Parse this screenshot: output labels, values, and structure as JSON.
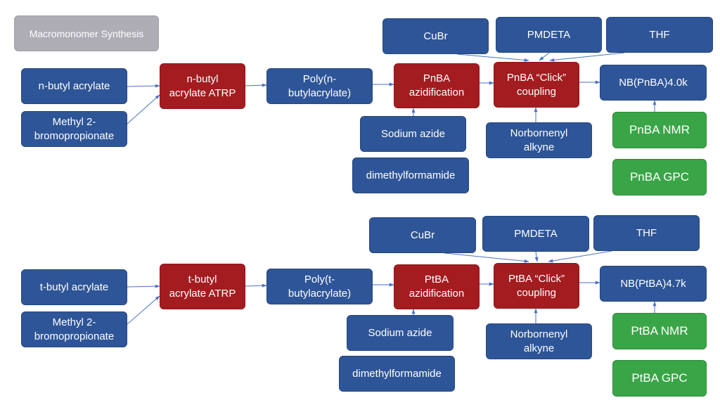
{
  "title": "Macromonomer Synthesis",
  "row1": {
    "monomer": "n-butyl acrylate",
    "initiator": "Methyl 2-\nbromopropionate",
    "atrp": "n-butyl\nacrylate ATRP",
    "polymer": "Poly(n-\nbutylacrylate)",
    "azidification": "PnBA\nazidification",
    "sodium_azide": "Sodium azide",
    "dmf": "dimethylformamide",
    "cubr": "CuBr",
    "pmdeta": "PMDETA",
    "thf": "THF",
    "click": "PnBA “Click”\ncoupling",
    "alkyne": "Norbornenyl\nalkyne",
    "product": "NB(PnBA)4.0k",
    "nmr": "PnBA NMR",
    "gpc": "PnBA GPC"
  },
  "row2": {
    "monomer": "t-butyl acrylate",
    "initiator": "Methyl 2-\nbromopropionate",
    "atrp": "t-butyl\nacrylate ATRP",
    "polymer": "Poly(t-\nbutylacrylate)",
    "azidification": "PtBA\nazidification",
    "sodium_azide": "Sodium azide",
    "dmf": "dimethylformamide",
    "cubr": "CuBr",
    "pmdeta": "PMDETA",
    "thf": "THF",
    "click": "PtBA “Click”\ncoupling",
    "alkyne": "Norbornenyl\nalkyne",
    "product": "NB(PtBA)4.7k",
    "nmr": "PtBA NMR",
    "gpc": "PtBA GPC"
  },
  "colors": {
    "reagent": "#2e5597",
    "process": "#a31c20",
    "analysis": "#3aa547",
    "title_bg": "#aeadb6",
    "arrow": "#4a72c4"
  }
}
